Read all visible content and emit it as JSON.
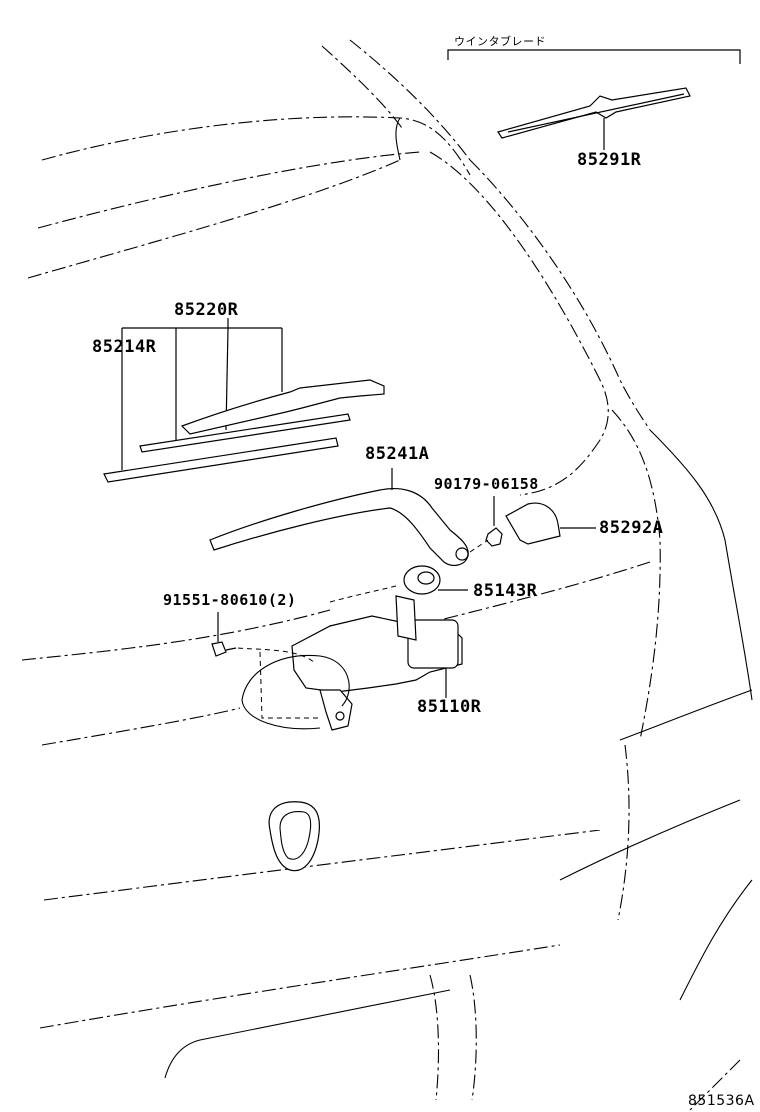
{
  "labels": {
    "winter_blade_jp": "ウインタブレード",
    "p85291R": "85291R",
    "p85220R": "85220R",
    "p85214R": "85214R",
    "p85241A": "85241A",
    "p90179": "90179-06158",
    "p85292A": "85292A",
    "p91551": "91551-80610(2)",
    "p85143R": "85143R",
    "p85110R": "85110R",
    "drawing_code": "851536A"
  }
}
